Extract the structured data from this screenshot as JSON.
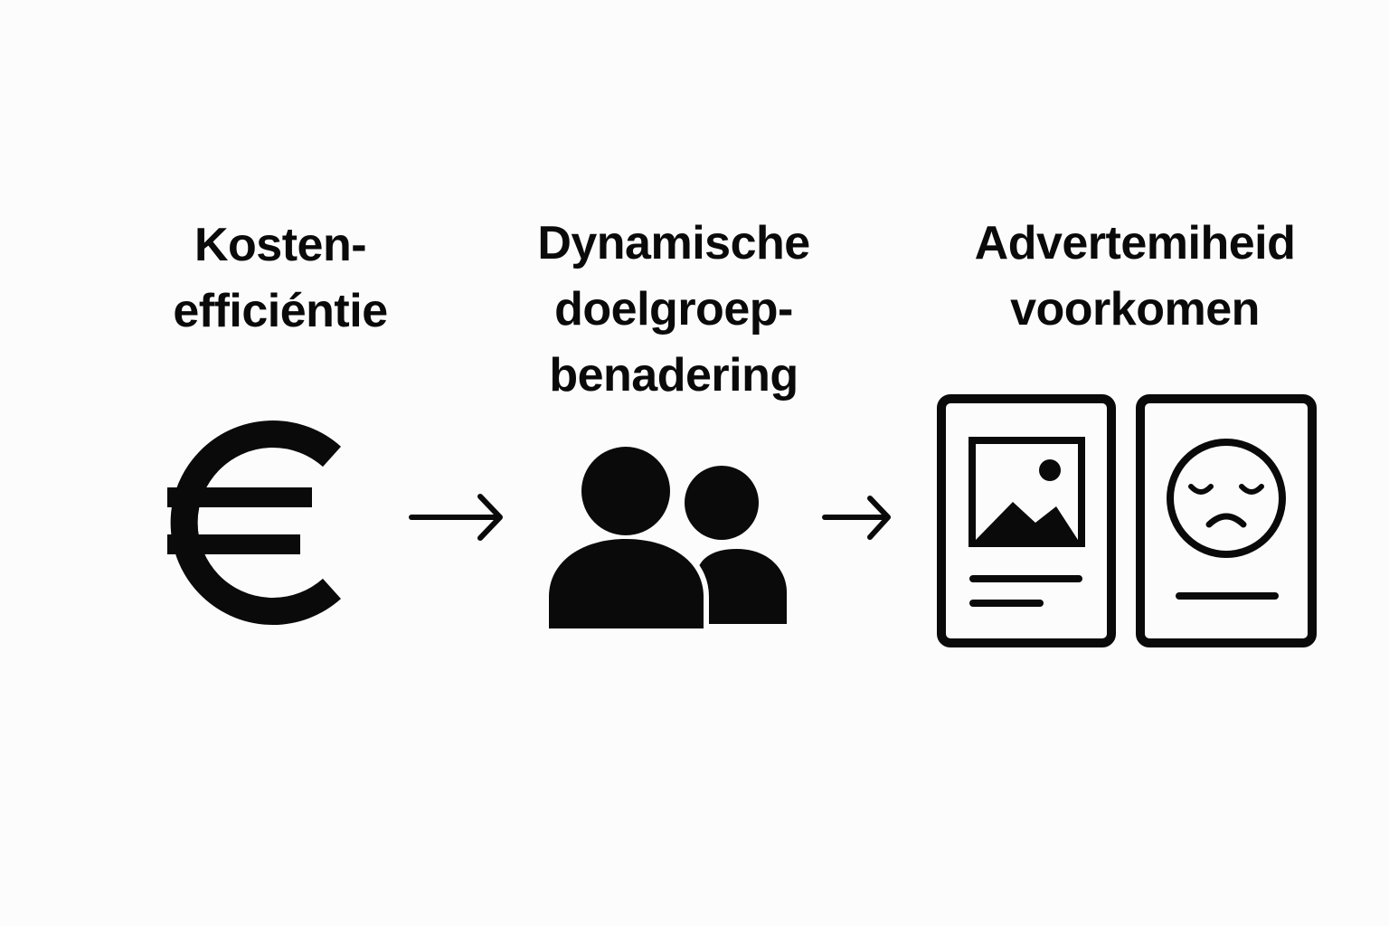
{
  "steps": [
    {
      "lines": [
        "Kosten-",
        "efficiéntie"
      ],
      "icon": "euro-icon"
    },
    {
      "lines": [
        "Dynamische",
        "doelgroep-",
        "benadering"
      ],
      "icon": "people-icon"
    },
    {
      "lines": [
        "Advertemiheid",
        "voorkomen"
      ],
      "icon": "ad-cards-icon"
    }
  ],
  "colors": {
    "foreground": "#0a0a0a",
    "background": "#fcfcfc"
  }
}
